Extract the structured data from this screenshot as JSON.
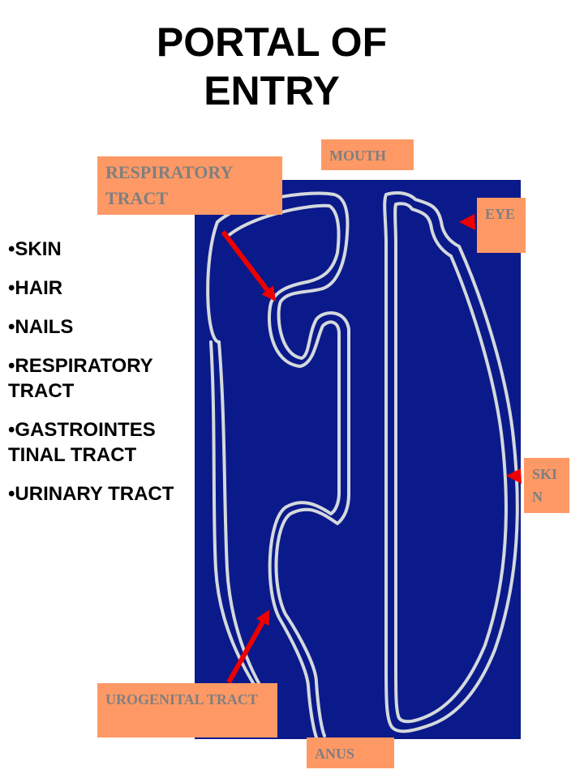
{
  "title": "PORTAL  OF\nENTRY",
  "bullet_marker": "•",
  "portals": [
    "SKIN",
    "HAIR",
    "NAILS",
    "RESPIRATORY TRACT",
    "GASTROINTES TINAL TRACT",
    "URINARY TRACT"
  ],
  "labels": {
    "mouth": "MOUTH",
    "respiratory": "RESPIRATORY TRACT",
    "eye": "EYE",
    "skin": "SKIN",
    "urogenital": "UROGENITAL TRACT",
    "anus": "ANUS"
  },
  "colors": {
    "diagram_background": "#0b1a8a",
    "outline": "#d4d9dc",
    "label_fill": "#fe9966",
    "label_text": "#7f7f7f",
    "arrow": "#ee0000"
  }
}
